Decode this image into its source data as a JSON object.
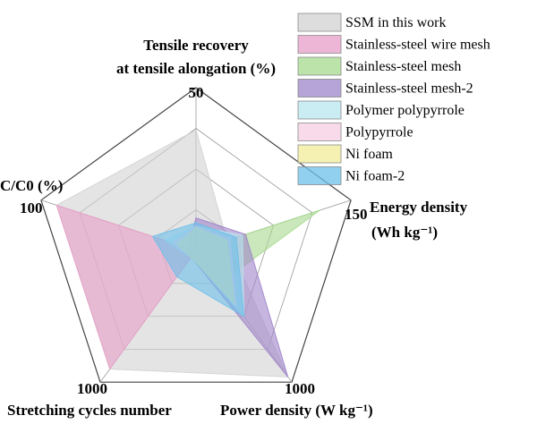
{
  "chart_data": {
    "type": "radar",
    "axes": [
      {
        "label_lines": [
          "Tensile recovery",
          "at tensile alongation (%)"
        ],
        "max": "50"
      },
      {
        "label_lines": [
          "Energy density",
          "(Wh kg⁻¹)"
        ],
        "max": "150"
      },
      {
        "label_lines": [
          "Power density (W kg⁻¹)"
        ],
        "max": "1000"
      },
      {
        "label_lines": [
          "Stretching cycles number"
        ],
        "max": "1000"
      },
      {
        "label_lines": [
          "C/C0 (%)"
        ],
        "max": "100"
      }
    ],
    "grid_levels": 4,
    "series": [
      {
        "name": "SSM in this work",
        "color": "#d2d2d2",
        "values": [
          0.74,
          0.2,
          0.96,
          0.9,
          0.9
        ]
      },
      {
        "name": "Stainless-steel wire mesh",
        "color": "#e79ec8",
        "values": [
          0.0,
          0.0,
          0.0,
          0.9,
          0.9
        ]
      },
      {
        "name": "Stainless-steel mesh",
        "color": "#a6d98e",
        "values": [
          0.0,
          0.8,
          0.25,
          0.0,
          0.0
        ]
      },
      {
        "name": "Stainless-steel mesh-2",
        "color": "#9e84c9",
        "values": [
          0.2,
          0.32,
          0.96,
          0.05,
          0.05
        ]
      },
      {
        "name": "Polymer polypyrrole",
        "color": "#b8e5ef",
        "values": [
          0.15,
          0.3,
          0.5,
          0.05,
          0.2
        ]
      },
      {
        "name": "Polypyrrole",
        "color": "#f7cde4",
        "values": [
          0.15,
          0.22,
          0.42,
          0.05,
          0.15
        ]
      },
      {
        "name": "Ni foam",
        "color": "#f0ec9a",
        "values": [
          0.14,
          0.2,
          0.4,
          0.05,
          0.12
        ]
      },
      {
        "name": "Ni foam-2",
        "color": "#6cc0ea",
        "values": [
          0.17,
          0.26,
          0.5,
          0.2,
          0.28
        ]
      }
    ]
  }
}
